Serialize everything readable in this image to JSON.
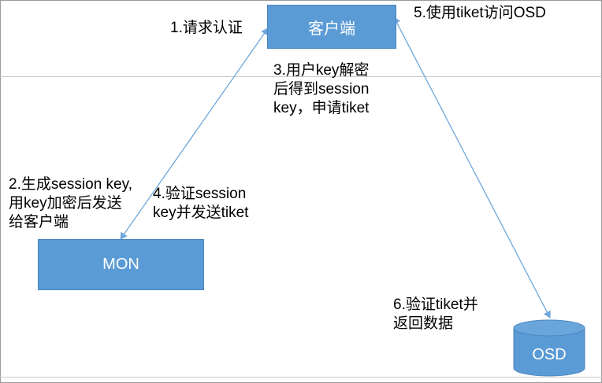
{
  "nodes": {
    "client": "客户端",
    "mon": "MON",
    "osd": "OSD"
  },
  "steps": {
    "s1": "1.请求认证",
    "s2": "2.生成session key,\n用key加密后发送\n给客户端",
    "s3": "3.用户key解密\n后得到session\nkey，申请tiket",
    "s4": "4.验证session\nkey并发送tiket",
    "s5": "5.使用tiket访问OSD",
    "s6": "6.验证tiket并\n返回数据"
  },
  "colors": {
    "node_fill": "#5b9bd5",
    "node_text": "#ffffff",
    "arrow": "#6fa8dc"
  }
}
